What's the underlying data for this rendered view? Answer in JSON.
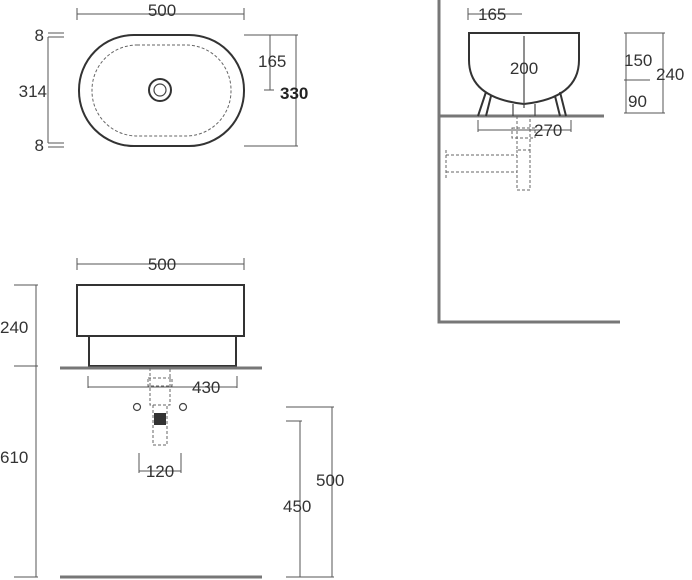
{
  "top_view": {
    "width": "500",
    "depth_total": "330",
    "depth_inner": "314",
    "rim_top": "8",
    "rim_bottom": "8",
    "drain_offset": "165"
  },
  "side_view": {
    "drain_offset": "165",
    "bowl_width": "200",
    "upper_height": "150",
    "total_height": "240",
    "lower_height": "90",
    "base_width": "270"
  },
  "front_view": {
    "width": "500",
    "basin_height": "240",
    "base_width": "430",
    "tap_spacing": "120",
    "counter_height": "610",
    "drain_height_outer": "500",
    "drain_height_inner": "450"
  }
}
